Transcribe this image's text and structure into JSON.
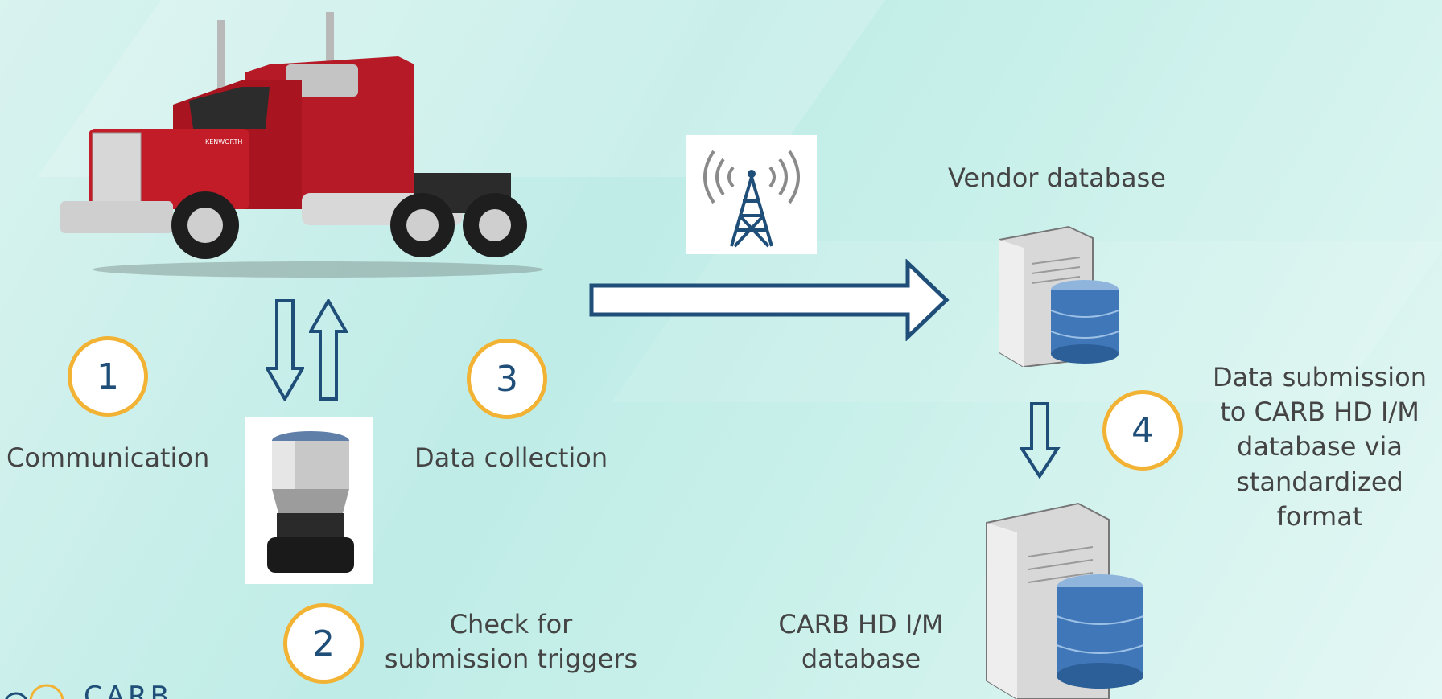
{
  "steps": [
    {
      "number": "1",
      "label": "Communication"
    },
    {
      "number": "2",
      "label": "Check for submission triggers"
    },
    {
      "number": "3",
      "label": "Data collection"
    },
    {
      "number": "4",
      "label": "Data submission to CARB HD I/M database via standardized format"
    }
  ],
  "vendor_db_label": "Vendor database",
  "carb_db_label": "CARB HD I/M database",
  "truck_badge": "KENWORTH",
  "logo_text": "CARB",
  "icons": [
    "semi-truck-image",
    "obd-device-image",
    "cell-tower-icon",
    "server-database-icon",
    "arrow-right-icon",
    "arrow-down-icon",
    "arrow-up-icon"
  ],
  "colors": {
    "arrow_stroke": "#1f4e79",
    "circle_border": "#f2b233",
    "number_text": "#1f4e79"
  }
}
